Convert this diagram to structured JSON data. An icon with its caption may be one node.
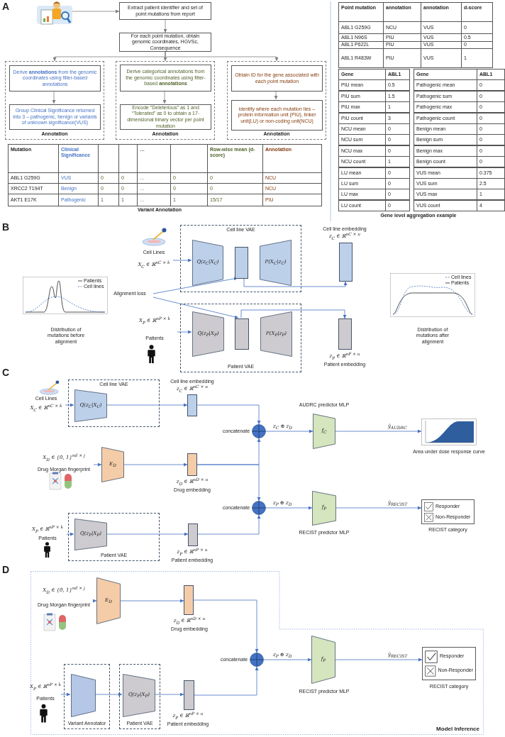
{
  "diagram": {
    "nodes": [
      {
        "text": [],
        "shape": "picture"
      },
      {
        "text": [
          "Extract patient identifier and set of point mutations from report"
        ]
      },
      {
        "text": [
          "For each point mutation, obtain genomic coordinates, HGVSc, Consequence"
        ]
      },
      {
        "text": [
          "Annotation"
        ]
      },
      {
        "text": [
          "Derive **annotations** from the genomic coordinates using filter-based annotations"
        ],
        "in": 3
      },
      {
        "text": [
          "Group Clinical Significance returned into 3 – pathogenic, benign or variants of unknown significance(VUS)"
        ],
        "in": 3
      },
      {
        "text": [
          "Annotation"
        ]
      },
      {
        "text": [
          "Derive categorical annotations from the genomic coordinates using filter-based **annotations**"
        ],
        "in": 6
      },
      {
        "text": [
          "Encode “Deleterious” as 1 and “Tolerated” as 0 to obtain a 17-dimensional binary vector per point mutation"
        ],
        "in": 6
      },
      {
        "text": [
          "Annotation"
        ]
      },
      {
        "text": [
          "Obtain ID for the gene associated with each point mutation"
        ],
        "in": 9
      },
      {
        "text": [
          "identify where each mutation lies – protein information unit (PIU), linker unit(LU) or non-coding unit(NCU)"
        ],
        "in": 9
      },
      {
        "text": [
          "Cell line VAE"
        ]
      },
      {
        "text": [
          "Q(z$_{C}$|X$_{C}$)"
        ],
        "in": 12
      },
      {
        "text": [],
        "shape": "box",
        "in": 12
      },
      {
        "text": [
          "P(X$_{C}$|z$_{C}$)"
        ],
        "in": 12
      },
      {
        "text": [],
        "shape": "box",
        "beside": [
          "Cell line embedding",
          "z$_{C}$ ∈ ℝ$^{nC × u}$"
        ]
      },
      {
        "text": [
          "Cell Lines",
          "X$_{C}$ ∈ ℝ$^{nC × k}$"
        ]
      },
      {
        "text": [
          "Alignment loss"
        ]
      },
      {
        "text": [
          "Patient VAE"
        ]
      },
      {
        "text": [
          "Q(z$_{P}$|X$_{P}$)"
        ],
        "in": 19
      },
      {
        "text": [],
        "shape": "box",
        "in": 19
      },
      {
        "text": [
          "P(X$_{P}$|z$_{P}$)"
        ],
        "in": 19
      },
      {
        "text": [],
        "shape": "box",
        "beside": [
          "z$_{P}$ ∈ ℝ$^{nP × u}$",
          "Patient embedding"
        ]
      },
      {
        "text": [
          "X$_{P}$ ∈ ℝ$^{nP × k}$",
          "Patients"
        ]
      },
      {
        "text": [
          "Cell line VAE"
        ]
      },
      {
        "text": [
          "Q(z$_{C}$|X$_{C}$)"
        ],
        "in": 25
      },
      {
        "text": [
          "Cell Lines",
          "X$_{C}$ ∈ ℝ$^{nC × k}$"
        ]
      },
      {
        "text": [],
        "shape": "box",
        "beside": [
          "Cell line embedding",
          "z$_{C}$ ∈ ℝ$^{nC × u}$"
        ]
      },
      {
        "text": [],
        "shape": "circle",
        "beside": [
          "concatenate"
        ]
      },
      {
        "text": [
          "f$_{C}$"
        ],
        "beside": [
          "AUDRC predictor MLP"
        ]
      },
      {
        "text": [],
        "shape": "picture",
        "beside": [
          "Area under dose response curve"
        ]
      },
      {
        "text": [
          "E$_{D}$"
        ]
      },
      {
        "text": [
          "X$_{D}$ ∈ {0, 1}$^{nd × j}$",
          "Drug Morgan fingerprint"
        ]
      },
      {
        "text": [],
        "shape": "box",
        "beside": [
          "z$_{D}$ ∈ ℝ$^{nD × u}$",
          "Drug embedding"
        ]
      },
      {
        "text": [],
        "shape": "circle",
        "beside": [
          "concatenate"
        ]
      },
      {
        "text": [
          "f$_{P}$"
        ],
        "beside": [
          "RECIST predictor MLP"
        ]
      },
      {
        "text": [
          "Responder",
          "Non-Responder"
        ],
        "beside": [
          "RECIST category"
        ]
      },
      {
        "text": [
          "Patient VAE"
        ]
      },
      {
        "text": [
          "Q(z$_{P}$|X$_{P}$)"
        ],
        "in": 38
      },
      {
        "text": [
          "X$_{P}$ ∈ ℝ$^{nP × k}$",
          "Patients"
        ]
      },
      {
        "text": [],
        "shape": "box",
        "beside": [
          "z$_{P}$ ∈ ℝ$^{nP × u}$",
          "Patient embedding"
        ]
      },
      {
        "text": [
          "Model Inference"
        ]
      },
      {
        "text": [
          "X$_{D}$ ∈ {0, 1}$^{nd × j}$",
          "Drug Morgan fingerprint"
        ],
        "in": 42
      },
      {
        "text": [
          "E$_{D}$"
        ],
        "in": 42
      },
      {
        "text": [],
        "shape": "box",
        "in": 42,
        "beside": [
          "z$_{D}$ ∈ ℝ$^{nD × u}$",
          "Drug embedding"
        ]
      },
      {
        "text": [],
        "shape": "circle",
        "in": 42,
        "beside": [
          "concatenate"
        ]
      },
      {
        "text": [
          "f$_{P}$"
        ],
        "in": 42,
        "beside": [
          "RECIST predictor MLP"
        ]
      },
      {
        "text": [
          "Responder",
          "Non-Responder"
        ],
        "in": 42,
        "beside": [
          "RECIST category"
        ]
      },
      {
        "text": [
          "Variant Annotator"
        ],
        "in": 42
      },
      {
        "text": [],
        "shape": "trapezoid",
        "in": 49
      },
      {
        "text": [
          "Patient VAE"
        ],
        "in": 42
      },
      {
        "text": [
          "Q(z$_{P}$|X$_{P}$)"
        ],
        "in": 51
      },
      {
        "text": [
          "X$_{P}$ ∈ ℝ$^{nP × k}$",
          "Patients"
        ],
        "in": 42
      },
      {
        "text": [],
        "shape": "box",
        "in": 42,
        "beside": [
          "z$_{P}$ ∈ ℝ$^{nP × u}$",
          "Patient embedding"
        ]
      }
    ],
    "edges": [
      {
        "from": 0,
        "to": 1,
        "arrow": "to",
        "color": "#7f7f7f"
      },
      {
        "from": 1,
        "to": 2,
        "arrow": "to",
        "color": "#7f7f7f"
      },
      {
        "from": 2,
        "to": 3,
        "arrow": "to",
        "color": "#7f7f7f"
      },
      {
        "from": 2,
        "to": 6,
        "arrow": "to",
        "color": "#7f7f7f"
      },
      {
        "from": 2,
        "to": 9,
        "arrow": "to",
        "color": "#7f7f7f"
      },
      {
        "from": 4,
        "to": 5,
        "arrow": "to",
        "color": "#7f7f7f"
      },
      {
        "from": 7,
        "to": 8,
        "arrow": "to",
        "color": "#7f7f7f"
      },
      {
        "from": 10,
        "to": 11,
        "arrow": "to",
        "color": "#7f7f7f"
      },
      {
        "from": 17,
        "to": 13,
        "arrow": "to"
      },
      {
        "from": 14,
        "to": 16,
        "arrow": "to"
      },
      {
        "from": 18,
        "to": 14,
        "arrow": "to"
      },
      {
        "from": 18,
        "to": 21,
        "arrow": "to"
      },
      {
        "from": 24,
        "to": 20,
        "arrow": "to"
      },
      {
        "from": 21,
        "to": 23,
        "arrow": "to"
      },
      {
        "from": 27,
        "to": 26,
        "arrow": "to"
      },
      {
        "from": 26,
        "to": 28,
        "arrow": "to"
      },
      {
        "from": 28,
        "to": 29,
        "arrow": "to"
      },
      {
        "from": 29,
        "to": 30,
        "arrow": "to",
        "label": "z$_{C}$ ⊕ z$_{D}$"
      },
      {
        "from": 30,
        "to": 31,
        "arrow": "to",
        "label": "ŷ$_{AUDRC}$"
      },
      {
        "from": 33,
        "to": 32,
        "arrow": "to"
      },
      {
        "from": 32,
        "to": 34,
        "arrow": "to"
      },
      {
        "from": 34,
        "to": 29,
        "arrow": "to"
      },
      {
        "from": 34,
        "to": 35,
        "arrow": "to"
      },
      {
        "from": 35,
        "to": 36,
        "arrow": "to",
        "label": "z$_{P}$ ⊕ z$_{D}$"
      },
      {
        "from": 36,
        "to": 37,
        "arrow": "to",
        "label": "ŷ$_{RECIST}$"
      },
      {
        "from": 40,
        "to": 39,
        "arrow": "to"
      },
      {
        "from": 39,
        "to": 41,
        "arrow": "to"
      },
      {
        "from": 41,
        "to": 35,
        "arrow": "to"
      },
      {
        "from": 43,
        "to": 44,
        "arrow": "to"
      },
      {
        "from": 44,
        "to": 45,
        "arrow": "to"
      },
      {
        "from": 45,
        "to": 46,
        "arrow": "to"
      },
      {
        "from": 46,
        "to": 47,
        "arrow": "to",
        "label": "z$_{P}$ ⊕ z$_{D}$"
      },
      {
        "from": 47,
        "to": 48,
        "arrow": "to",
        "label": "ŷ$_{RECIST}$"
      },
      {
        "from": 53,
        "to": 50,
        "arrow": "to"
      },
      {
        "from": 50,
        "to": 52,
        "arrow": "to"
      },
      {
        "from": 52,
        "to": 54,
        "arrow": "to"
      },
      {
        "from": 54,
        "to": 46,
        "arrow": "to"
      }
    ],
    "labels": [
      "A",
      "Mutation",
      "Clinical Significance",
      "…",
      "Row-wise mean (d-score)",
      "Annotation",
      "ABL1 G259G",
      "VUS",
      "0",
      "0",
      "…",
      "0",
      "0",
      "NCU",
      "XRCC2 T194T",
      "Benign",
      "0",
      "0",
      "…",
      "0",
      "0",
      "NCU",
      "AKT1 E17K",
      "Pathogenic",
      "1",
      "1",
      "…",
      "1",
      "15/17",
      "PIU",
      "Variant Annotation",
      "Point mutation",
      "annotation",
      "annotation",
      "d-score",
      "ABL1 G259G",
      "NCU",
      "VUS",
      "0",
      "ABL1 N96S",
      "PIU",
      "VUS",
      "0.5",
      "ABL1 P622L",
      "PIU",
      "VUS",
      "0",
      "ABL1 R483W",
      "PIU",
      "VUS",
      "1",
      "Gene",
      "ABL1",
      "PIU mean",
      "0.5",
      "PIU sum",
      "1.5",
      "PIU max",
      "1",
      "PIU count",
      "3",
      "NCU mean",
      "0",
      "NCU sum",
      "0",
      "NCU max",
      "0",
      "NCU count",
      "1",
      "LU mean",
      "0",
      "LU sum",
      "0",
      "LU max",
      "0",
      "LU count",
      "0",
      "Gene",
      "ABL1",
      "Pathogenic mean",
      "0",
      "Pathogenic sum",
      "0",
      "Pathogenic max",
      "0",
      "Pathogenic count",
      "0",
      "Benign mean",
      "0",
      "Benign sum",
      "0",
      "Benign max",
      "0",
      "Benign count",
      "0",
      "VUS mean",
      "0.375",
      "VUS sum",
      "2.5",
      "VUS max",
      "1",
      "VUS count",
      "4",
      "Gene level aggregation example",
      "B",
      "Distribution of mutations before alignment",
      "Distribution of mutations after alignment",
      "C",
      "D"
    ],
    "legend": [
      {
        "text": "Patients"
      },
      {
        "text": "Cell lines"
      },
      {
        "text": "Cell lines"
      },
      {
        "text": "Patients"
      }
    ]
  }
}
